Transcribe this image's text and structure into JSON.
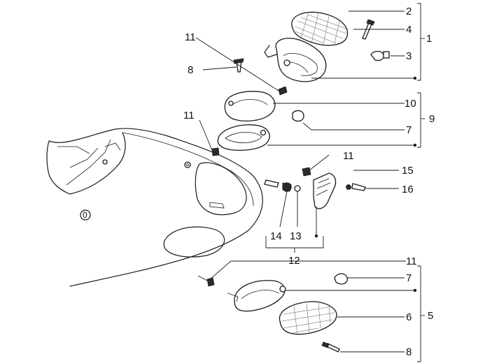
{
  "diagram": {
    "labels": {
      "l1": "1",
      "l2": "2",
      "l3": "3",
      "l4": "4",
      "l5": "5",
      "l6": "6",
      "l7a": "7",
      "l7b": "7",
      "l8a": "8",
      "l8b": "8",
      "l9": "9",
      "l10": "10",
      "l11a": "11",
      "l11b": "11",
      "l11c": "11",
      "l11d": "11",
      "l12": "12",
      "l13": "13",
      "l14": "14",
      "l15": "15",
      "l16": "16",
      "badge": "0"
    }
  }
}
